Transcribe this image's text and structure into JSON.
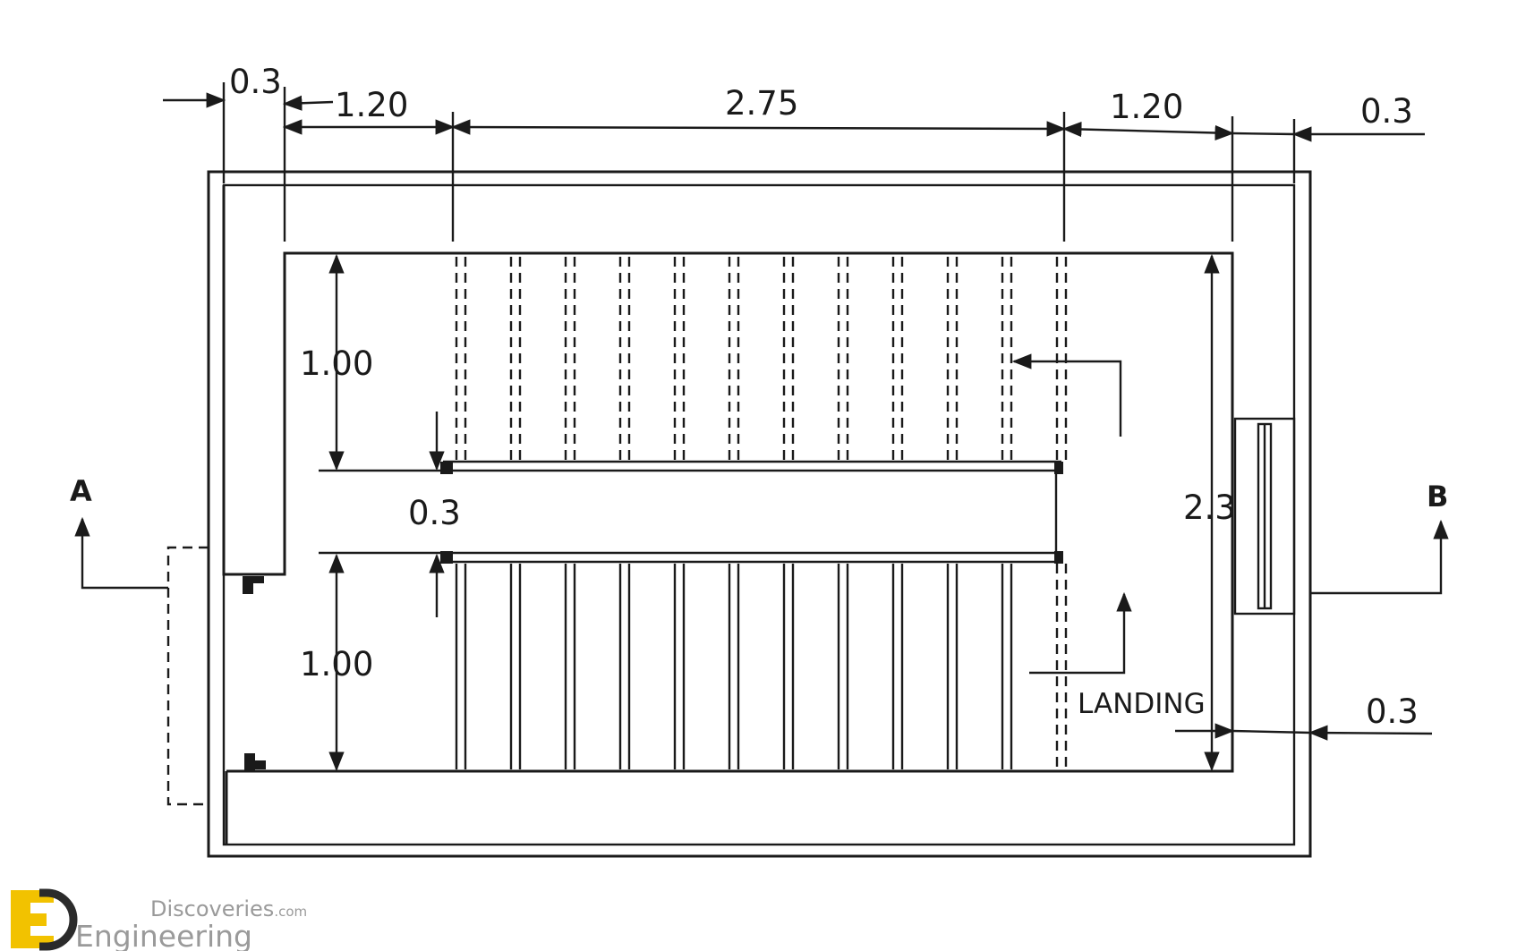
{
  "dimensions": {
    "top_left_wall": "0.3",
    "top_left_landing": "1.20",
    "top_flight": "2.75",
    "top_right_landing": "1.20",
    "top_right_wall": "0.3",
    "upper_flight_width": "1.00",
    "gap_width": "0.3",
    "lower_flight_width": "1.00",
    "total_width": "2.3",
    "right_wall": "0.3"
  },
  "labels": {
    "landing": "LANDING",
    "section_a": "A",
    "section_b": "B"
  },
  "watermark": {
    "line1": "Discoveries",
    "line1_suffix": ".com",
    "line2": "Engineering"
  },
  "colors": {
    "ink": "#1a1a1a",
    "watermark_gray": "#9a9a9a",
    "logo_yellow": "#f2c200"
  }
}
